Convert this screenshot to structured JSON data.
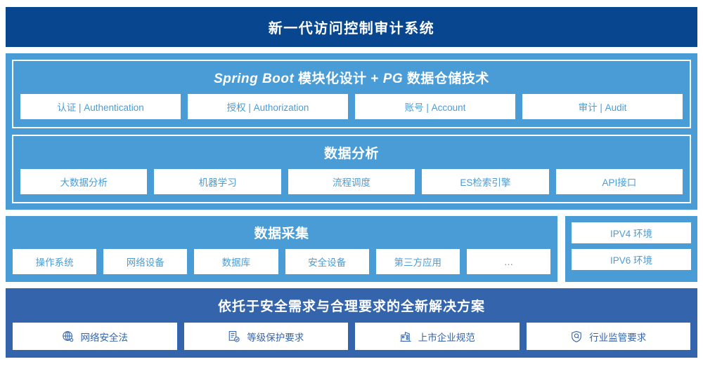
{
  "header": {
    "title": "新一代访问控制审计系统"
  },
  "platform": {
    "spring": {
      "title_parts": {
        "a": "Spring Boot",
        "b": " 模块化设计 + ",
        "c": "PG",
        "d": " 数据仓储技术"
      },
      "title_plain": "Spring Boot 模块化设计 + PG 数据仓储技术",
      "chips": [
        {
          "label": "认证 | Authentication",
          "name": "chip-authentication"
        },
        {
          "label": "授权 | Authorization",
          "name": "chip-authorization"
        },
        {
          "label": "账号 | Account",
          "name": "chip-account"
        },
        {
          "label": "审计 | Audit",
          "name": "chip-audit"
        }
      ]
    },
    "analysis": {
      "title": "数据分析",
      "chips": [
        {
          "label": "大数据分析"
        },
        {
          "label": "机器学习"
        },
        {
          "label": "流程调度"
        },
        {
          "label": "ES检索引擎"
        },
        {
          "label": "API接口"
        }
      ]
    }
  },
  "collection": {
    "title": "数据采集",
    "chips": [
      {
        "label": "操作系统"
      },
      {
        "label": "网络设备"
      },
      {
        "label": "数据库"
      },
      {
        "label": "安全设备"
      },
      {
        "label": "第三方应用"
      },
      {
        "label": "…"
      }
    ]
  },
  "environment": {
    "chips": [
      {
        "label": "IPV4 环境"
      },
      {
        "label": "IPV6 环境"
      }
    ]
  },
  "solution": {
    "title": "依托于安全需求与合理要求的全新解决方案",
    "chips": [
      {
        "label": "网络安全法",
        "icon": "globe-icon"
      },
      {
        "label": "等级保护要求",
        "icon": "document-check-icon"
      },
      {
        "label": "上市企业规范",
        "icon": "building-icon"
      },
      {
        "label": "行业监管要求",
        "icon": "shield-search-icon"
      }
    ]
  },
  "colors": {
    "header_navy": "#08468f",
    "panel_blue": "#4a9cd6",
    "solution_blue": "#3464ab",
    "chip_white": "#ffffff"
  }
}
